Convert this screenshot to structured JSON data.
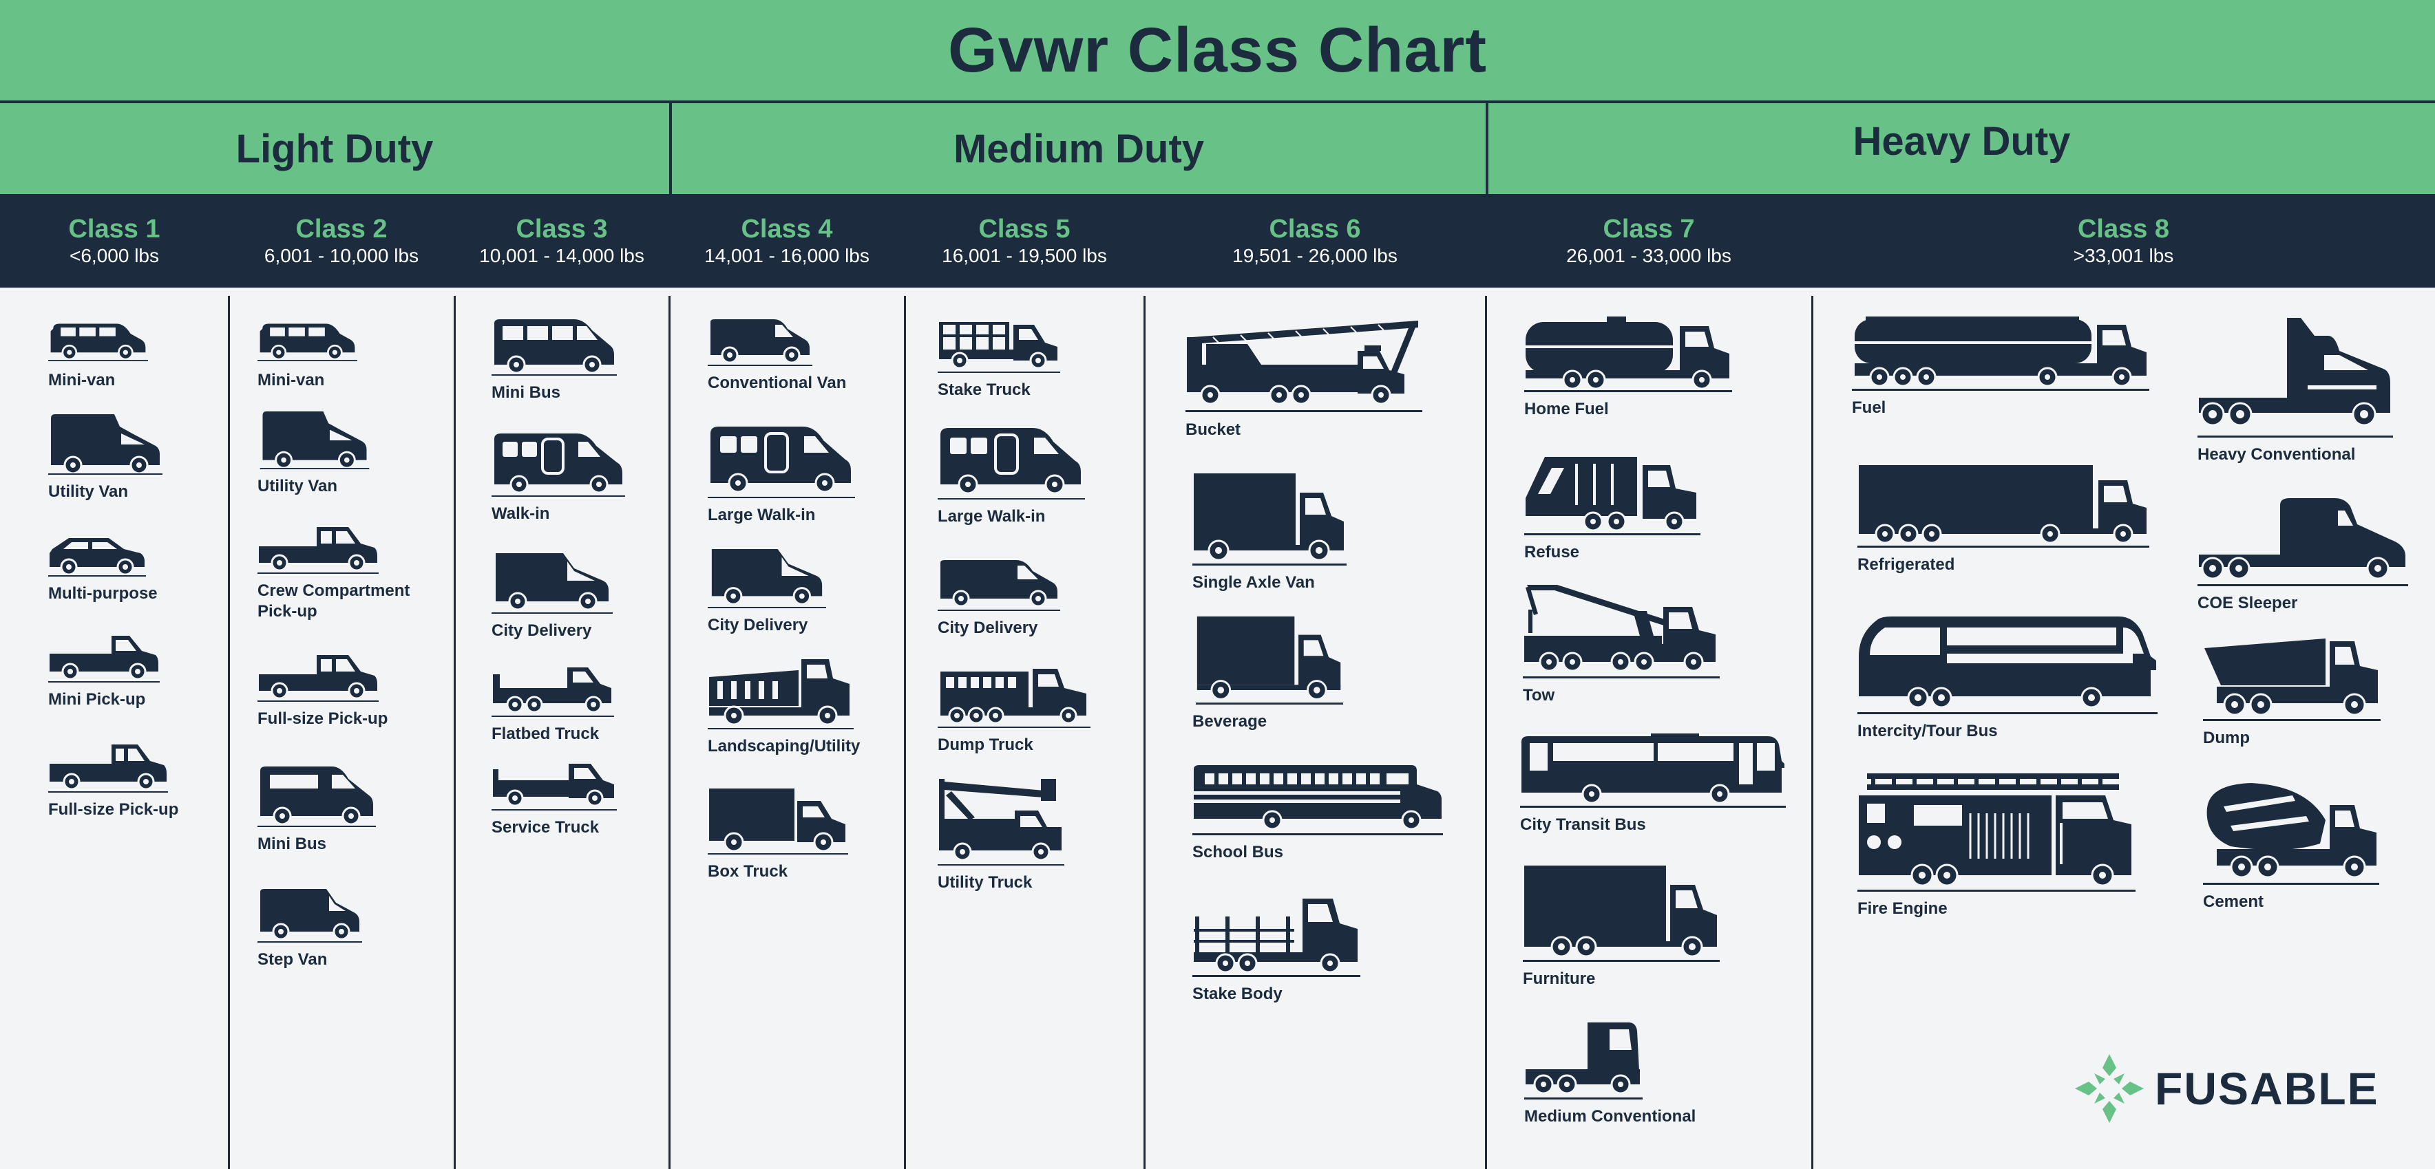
{
  "title": "Gvwr Class Chart",
  "duties": [
    {
      "name": "Light Duty"
    },
    {
      "name": "Medium Duty"
    },
    {
      "name": "Heavy Duty"
    }
  ],
  "classes": [
    {
      "name": "Class 1",
      "weight": "<6,000 lbs"
    },
    {
      "name": "Class 2",
      "weight": "6,001 - 10,000 lbs"
    },
    {
      "name": "Class 3",
      "weight": "10,001 - 14,000 lbs"
    },
    {
      "name": "Class 4",
      "weight": "14,001 - 16,000 lbs"
    },
    {
      "name": "Class 5",
      "weight": "16,001 - 19,500 lbs"
    },
    {
      "name": "Class 6",
      "weight": "19,501 - 26,000 lbs"
    },
    {
      "name": "Class 7",
      "weight": "26,001 - 33,000 lbs"
    },
    {
      "name": "Class 8",
      "weight": ">33,001 lbs"
    }
  ],
  "vehicles": {
    "class1": [
      "Mini-van",
      "Utility Van",
      "Multi-purpose",
      "Mini Pick-up",
      "Full-size Pick-up"
    ],
    "class2": [
      "Mini-van",
      "Utility Van",
      "Crew Compartment\nPick-up",
      "Full-size Pick-up",
      "Mini Bus",
      "Step Van"
    ],
    "class3": [
      "Mini Bus",
      "Walk-in",
      "City Delivery",
      "Flatbed Truck",
      "Service Truck"
    ],
    "class4": [
      "Conventional Van",
      "Large Walk-in",
      "City Delivery",
      "Landscaping/Utility",
      "Box Truck"
    ],
    "class5": [
      "Stake Truck",
      "Large Walk-in",
      "City Delivery",
      "Dump Truck",
      "Utility Truck"
    ],
    "class6": [
      "Bucket",
      "Single Axle Van",
      "Beverage",
      "School Bus",
      "Stake Body"
    ],
    "class7": [
      "Home Fuel",
      "Refuse",
      "Tow",
      "City Transit Bus",
      "Furniture",
      "Medium Conventional"
    ],
    "class8": [
      "Fuel",
      "Refrigerated",
      "Intercity/Tour Bus",
      "Fire Engine",
      "Heavy Conventional",
      "COE Sleeper",
      "Dump",
      "Cement"
    ]
  },
  "logo": {
    "text": "FUSABLE"
  },
  "colors": {
    "green": "#68c287",
    "navy": "#1c2b3e",
    "background": "#f2f4f5"
  }
}
